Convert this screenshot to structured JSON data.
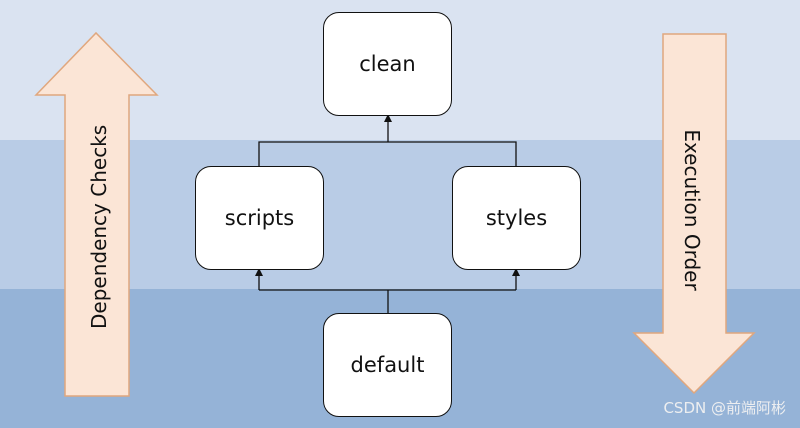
{
  "nodes": {
    "clean": "clean",
    "scripts": "scripts",
    "styles": "styles",
    "default": "default"
  },
  "arrows": {
    "left_label": "Dependency Checks",
    "right_label": "Execution Order"
  },
  "watermark": "CSDN @前端阿彬",
  "colors": {
    "band_top": "#dae3f1",
    "band_middle": "#b9cce6",
    "band_bottom": "#95b3d7",
    "arrow_fill": "#fbe5d6",
    "arrow_stroke": "#e0a77e"
  }
}
